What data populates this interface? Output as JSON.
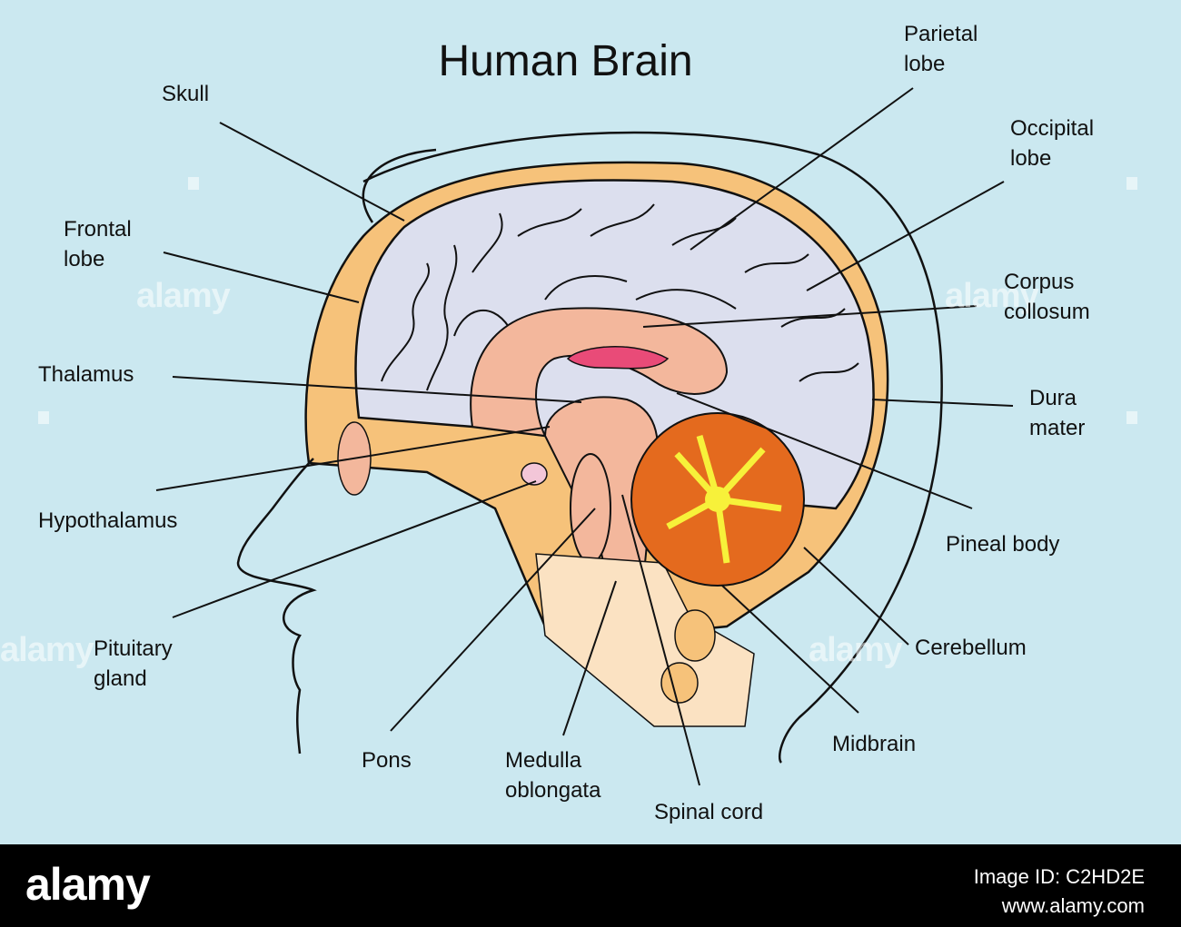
{
  "title": "Human Brain",
  "labels": {
    "skull": "Skull",
    "frontal_lobe": "Frontal\nlobe",
    "thalamus": "Thalamus",
    "hypothalamus": "Hypothalamus",
    "pituitary_gland": "Pituitary\ngland",
    "pons": "Pons",
    "medulla_oblongata": "Medulla\noblongata",
    "spinal_cord": "Spinal cord",
    "midbrain": "Midbrain",
    "cerebellum": "Cerebellum",
    "pineal_body": "Pineal body",
    "dura_mater": "Dura\nmater",
    "corpus_collosum": "Corpus\ncollosum",
    "occipital_lobe": "Occipital\nlobe",
    "parietal_lobe": "Parietal\nlobe"
  },
  "watermark": "alamy",
  "footer": {
    "logo": "alamy",
    "image_id": "Image ID: C2HD2E",
    "url": "www.alamy.com"
  },
  "colors": {
    "background": "#cbe8f0",
    "skull": "#f6c27a",
    "brain": "#dcdfee",
    "inner_tissue": "#f3b79c",
    "cerebellum": "#e46a1e",
    "cerebellum_core": "#f7f13a",
    "footer": "#000000"
  }
}
